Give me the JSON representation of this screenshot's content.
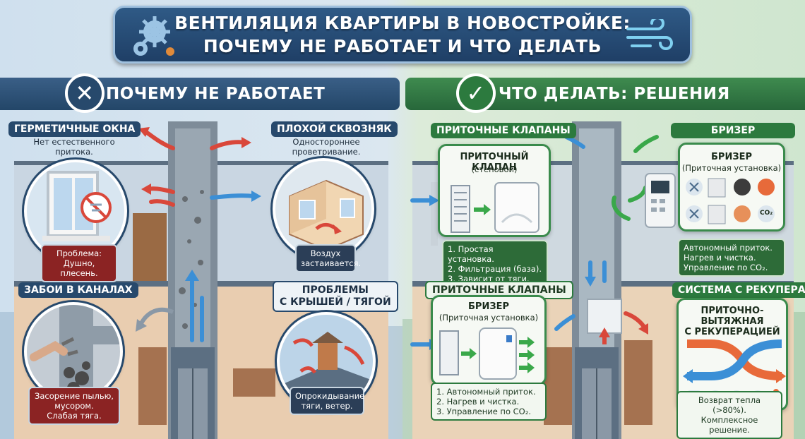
{
  "title": {
    "line1": "ВЕНТИЛЯЦИЯ КВАРТИРЫ В НОВОСТРОЙКЕ:",
    "line2": "ПОЧЕМУ НЕ РАБОТАЕТ И ЧТО ДЕЛАТЬ"
  },
  "left": {
    "header": "ПОЧЕМУ НЕ РАБОТАЕТ",
    "header_icon": "x-icon",
    "windows": {
      "label": "ГЕРМЕТИЧНЫЕ ОКНА",
      "subtitle": "Нет естественного\nпритока.",
      "problem": "Проблема:\nДушно, плесень."
    },
    "draft": {
      "label": "ПЛОХОЙ СКВОЗНЯК",
      "subtitle": "Одностороннее\nпроветривание.",
      "note": "Воздух\nзастаивается."
    },
    "clogs": {
      "label": "ЗАБОИ В КАНАЛАХ",
      "note": "Засорение пылью,\nмусором.\nСлабая тяга."
    },
    "roof": {
      "label": "ПРОБЛЕМЫ\nС КРЫШЕЙ / ТЯГОЙ",
      "note": "Опрокидывание\nтяги, ветер."
    }
  },
  "right": {
    "header": "ЧТО ДЕЛАТЬ: РЕШЕНИЯ",
    "header_icon": "check-icon",
    "valves": {
      "label": "ПРИТОЧНЫЕ КЛАПАНЫ",
      "card_title": "ПРИТОЧНЫЙ КЛАПАН",
      "card_sub": "(стеновой)",
      "list": "1. Простая установка.\n2. Фильтрация (база).\n3. Зависит от тяги."
    },
    "breezer": {
      "label": "БРИЗЕР",
      "card_title": "БРИЗЕР",
      "card_sub": "(Приточная установка)",
      "list": "Автономный приток.\nНагрев и чистка.\nУправление по CO₂."
    },
    "valves2": {
      "label": "ПРИТОЧНЫЕ КЛАПАНЫ",
      "card_title": "БРИЗЕР",
      "card_sub": "(Приточная установка)",
      "list": "1. Автономный приток.\n2. Нагрев и чистка.\n3. Управление по CO₂."
    },
    "recuperation": {
      "label": "СИСТЕМА С РЕКУПЕРАЦИЕЙ",
      "card_title": "ПРИТОЧНО-ВЫТЯЖНАЯ\nС РЕКУПЕРАЦИЕЙ",
      "list": "Возврат тепла (>80%).\nКомплексное решение."
    },
    "co2_icon_label": "CO₂"
  },
  "colors": {
    "navy": "#27496c",
    "green": "#2c7a3e",
    "red_arrow": "#d9473a",
    "blue_arrow": "#3b8fd6",
    "green_arrow": "#3aa84a"
  }
}
